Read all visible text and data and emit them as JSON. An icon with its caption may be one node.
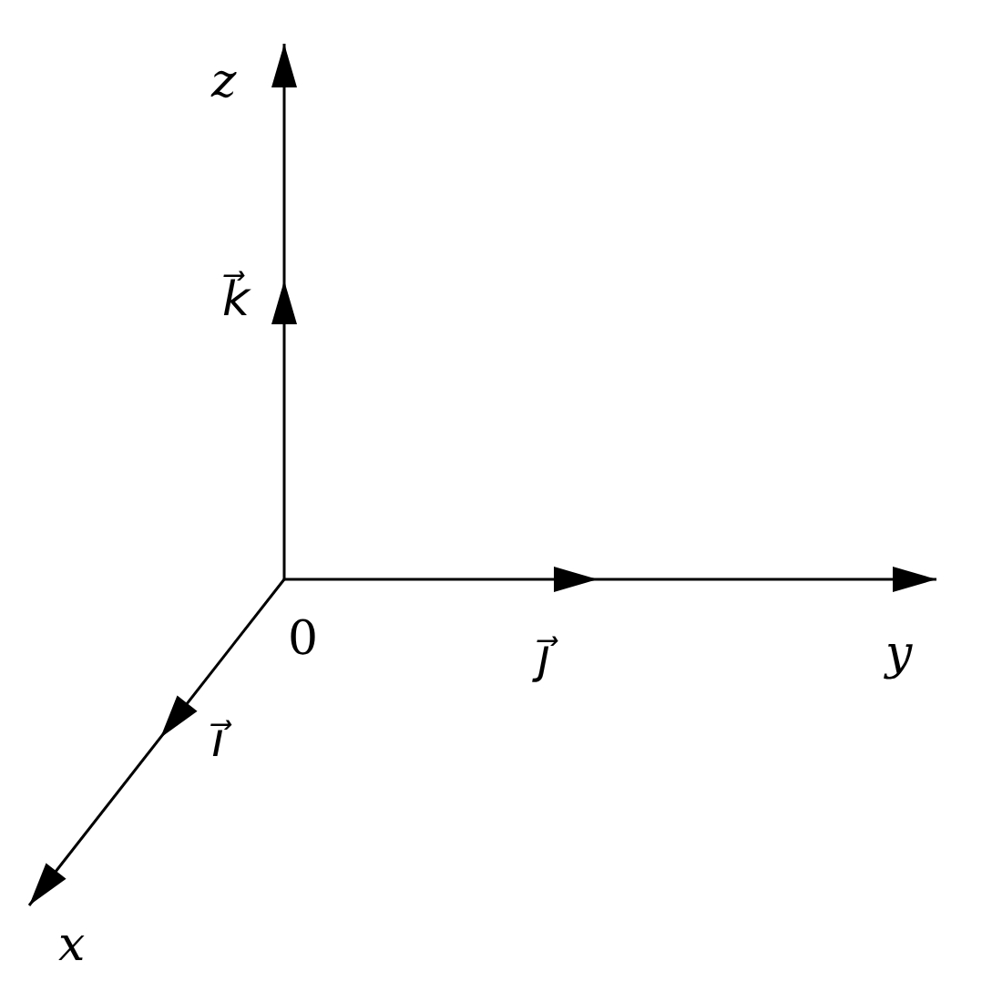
{
  "diagram": {
    "labels": [
      "z",
      "k⃗",
      "0",
      "j⃗",
      "y",
      "i⃗",
      "x"
    ]
  }
}
